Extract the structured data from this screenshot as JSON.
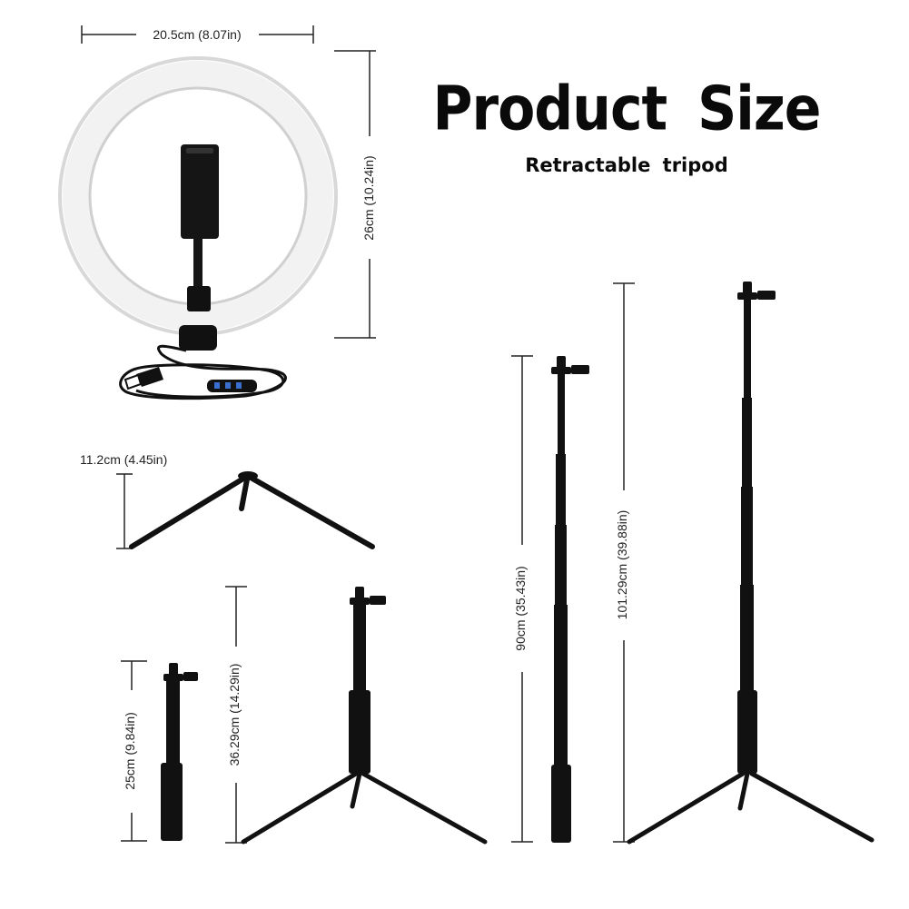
{
  "header": {
    "title": "Product  Size",
    "subtitle": "Retractable  tripod"
  },
  "dimensions": {
    "ring_width": "20.5cm (8.07in)",
    "ring_height": "26cm (10.24in)",
    "tripod_base_height": "11.2cm (4.45in)",
    "folded_height": "25cm (9.84in)",
    "short_height": "36.29cm (14.29in)",
    "medium_height": "90cm (35.43in)",
    "full_height": "101.29cm (39.88in)"
  }
}
